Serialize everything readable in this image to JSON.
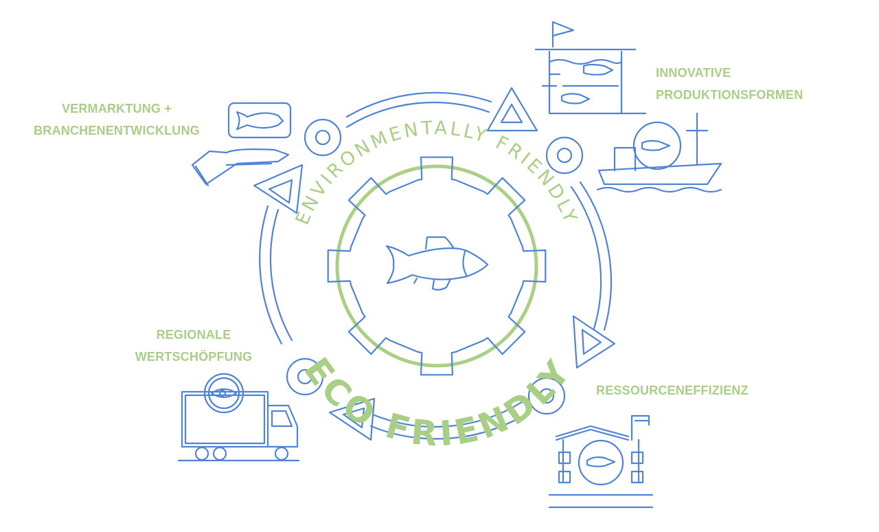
{
  "diagram": {
    "ring_text_top": "ENVIRONMENTALLY FRIENDLY",
    "ring_text_bottom": "ECO FRIENDLY",
    "labels": {
      "innovative_1": "INNOVATIVE",
      "innovative_2": "PRODUKTIONSFORMEN",
      "vermarktung_1": "VERMARKTUNG +",
      "vermarktung_2": "BRANCHENENTWICKLUNG",
      "regionale_1": "REGIONALE",
      "regionale_2": "WERTSCHÖPFUNG",
      "ressourcen": "RESSOURCENEFFIZIENZ"
    },
    "colors": {
      "blue": "#4f83d6",
      "green": "#a9cf86"
    }
  }
}
